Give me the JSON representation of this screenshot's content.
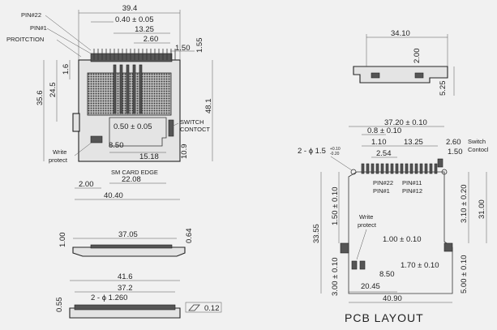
{
  "connector_top": {
    "dims": {
      "w_39_4": "39.4",
      "pitch_0_40": "0.40 ± 0.05",
      "d_13_25": "13.25",
      "d_2_60": "2.60",
      "d_1_50": "1.50",
      "d_1_55": "1.55",
      "d_1_6": "1.6",
      "d_24_5": "24.5",
      "d_35_6": "35.6",
      "d_48_1": "48.1",
      "d_0_50": "0.50 ± 0.05",
      "d_8_50": "8.50",
      "d_15_18": "15.18",
      "d_10_9": "10.9",
      "d_22_08": "22.08",
      "d_2_00": "2.00",
      "d_40_40": "40.40"
    },
    "labels": {
      "pin22": "PIN#22",
      "pin1": "PIN#1",
      "protection": "PROITCTION",
      "switch": "SWITCH",
      "contact": "CONTOCT",
      "write": "Write",
      "protect": "protect",
      "sm_edge": "SM CARD EDGE"
    }
  },
  "side_view": {
    "d_34_10": "34.10",
    "d_2_00": "2.00",
    "d_5_25": "5.25"
  },
  "front_view": {
    "d_37_05": "37.05",
    "d_1_00": "1.00",
    "d_0_64": "0.64"
  },
  "bottom_view": {
    "d_41_6": "41.6",
    "d_37_2": "37.2",
    "holes": "2 - ϕ 1.260",
    "d_0_55": "0.55",
    "flatness": "0.12"
  },
  "pcb": {
    "d_37_20": "37.20 ± 0.10",
    "d_0_8": "0.8 ± 0.10",
    "d_1_10": "1.10",
    "d_13_25": "13.25",
    "d_2_60": "2.60",
    "d_2_54": "2.54",
    "d_1_50": "1.50",
    "holes": "2 - ϕ 1.5",
    "hole_tol_plus": "+0.10",
    "hole_tol_minus": "-0.20",
    "switch": "Switch",
    "contact": "Contocl",
    "pin22": "PIN#22",
    "pin1": "PIN#1",
    "pin11": "PIN#11",
    "pin12": "PIN#12",
    "d_33_55": "33.55",
    "d_1_50v": "1.50 ± 0.10",
    "d_3_10": "3.10 ± 0.20",
    "d_31_00": "31.00",
    "write": "Write",
    "protect": "protect",
    "d_1_00": "1.00 ± 0.10",
    "d_8_50": "8.50",
    "d_1_70": "1.70 ± 0.10",
    "d_20_45": "20.45",
    "d_3_00": "3.00 ± 0.10",
    "d_5_00": "5.00 ± 0.10",
    "d_40_90": "40.90",
    "title": "PCB LAYOUT"
  }
}
